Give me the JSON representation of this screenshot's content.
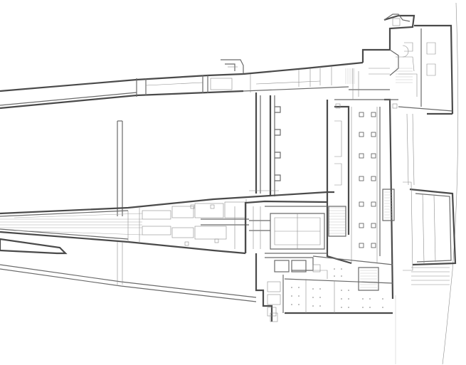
{
  "drawing": {
    "kind": "architectural floor plan",
    "line_color": "#4a4a4a",
    "background": "#ffffff",
    "elements": [
      "upper-concourse-wing",
      "west-track-wedge",
      "lower-concourse-wing",
      "platform-approach-tracks",
      "main-hall",
      "hall-columns",
      "east-annex",
      "north-entry-block",
      "south-entry-block",
      "stair-stacks",
      "ramp-strip",
      "site-boundary-curve"
    ]
  }
}
